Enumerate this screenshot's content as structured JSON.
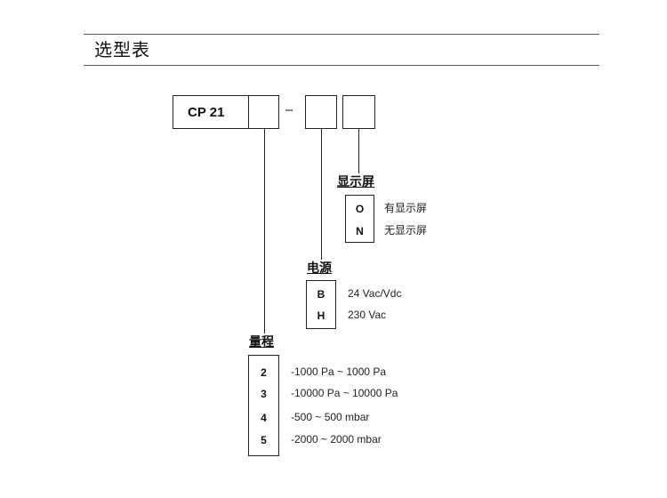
{
  "heading": "选型表",
  "model": {
    "prefix": "CP 21",
    "separator": "–"
  },
  "display": {
    "title": "显示屏",
    "options": [
      {
        "code": "O",
        "label": "有显示屏"
      },
      {
        "code": "N",
        "label": "无显示屏"
      }
    ]
  },
  "power": {
    "title": "电源",
    "options": [
      {
        "code": "B",
        "label": "24 Vac/Vdc"
      },
      {
        "code": "H",
        "label": "230 Vac"
      }
    ]
  },
  "range": {
    "title": "量程",
    "options": [
      {
        "code": "2",
        "label": "-1000 Pa ~ 1000 Pa"
      },
      {
        "code": "3",
        "label": "-10000 Pa ~ 10000 Pa"
      },
      {
        "code": "4",
        "label": "-500 ~ 500 mbar"
      },
      {
        "code": "5",
        "label": "-2000 ~ 2000 mbar"
      }
    ]
  }
}
